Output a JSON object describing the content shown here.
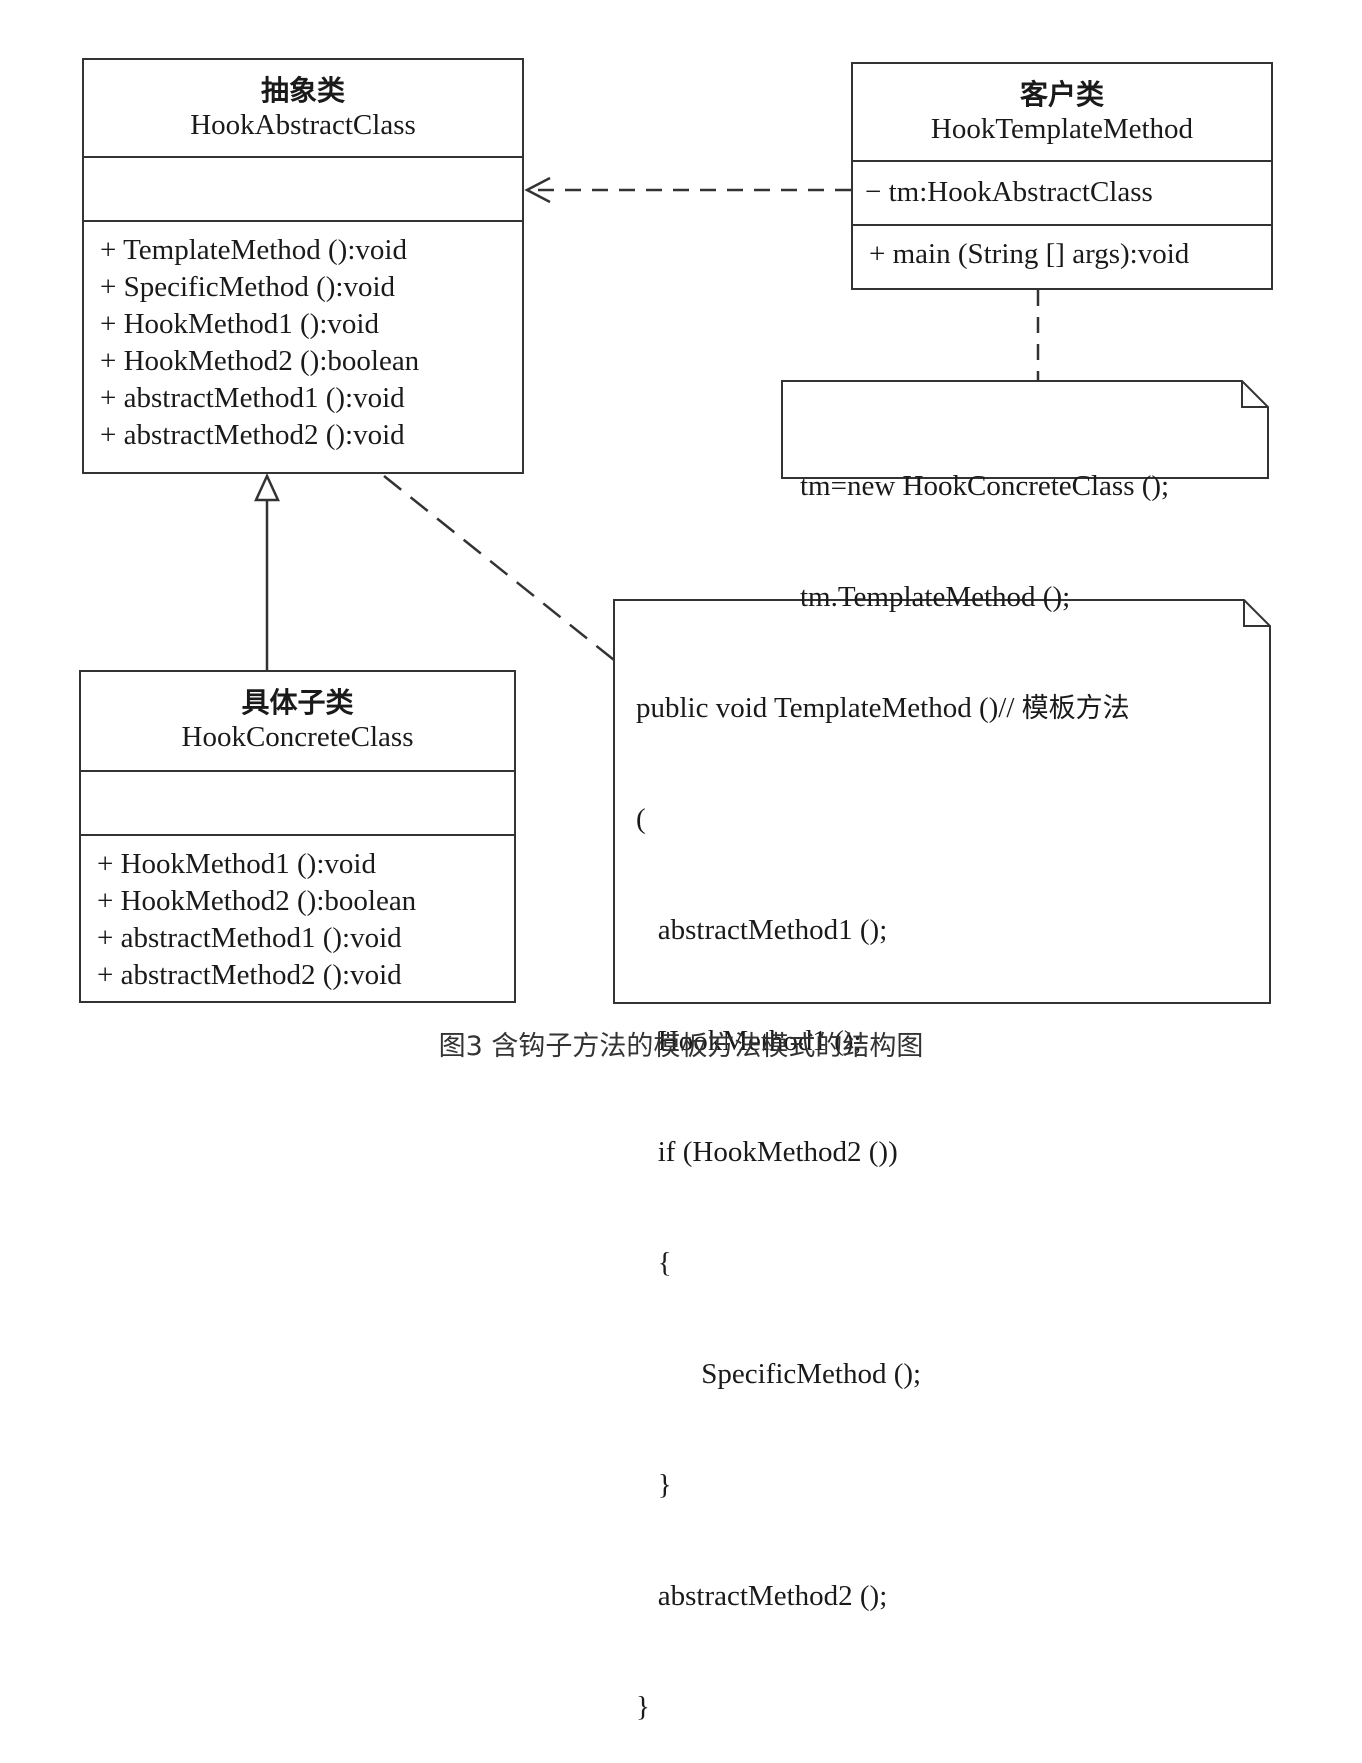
{
  "abstract_class": {
    "stereotype": "抽象类",
    "name": "HookAbstractClass",
    "attributes": [],
    "operations": [
      "+ TemplateMethod ():void",
      "+ SpecificMethod ():void",
      "+ HookMethod1 ():void",
      "+ HookMethod2 ():boolean",
      "+ abstractMethod1 ():void",
      "+ abstractMethod2 ():void"
    ]
  },
  "client_class": {
    "stereotype": "客户类",
    "name": "HookTemplateMethod",
    "attributes": [
      "− tm:HookAbstractClass"
    ],
    "operations": [
      "+ main (String [] args):void"
    ]
  },
  "concrete_class": {
    "stereotype": "具体子类",
    "name": "HookConcreteClass",
    "attributes": [],
    "operations": [
      "+ HookMethod1 ():void",
      "+ HookMethod2 ():boolean",
      "+ abstractMethod1 ():void",
      "+ abstractMethod2 ():void"
    ]
  },
  "client_note": {
    "lines": [
      "tm=new HookConcreteClass ();",
      "tm.TemplateMethod ();"
    ]
  },
  "template_note": {
    "first_line_code": "public void TemplateMethod ()// ",
    "first_line_comment": "模板方法",
    "lines": [
      "(",
      "   abstractMethod1 ();",
      "   HookMethod1 ();",
      "   if (HookMethod2 ())",
      "   {",
      "         SpecificMethod ();",
      "   }",
      "   abstractMethod2 ();",
      "}"
    ]
  },
  "caption": "图3 含钩子方法的模板方法模式的结构图"
}
